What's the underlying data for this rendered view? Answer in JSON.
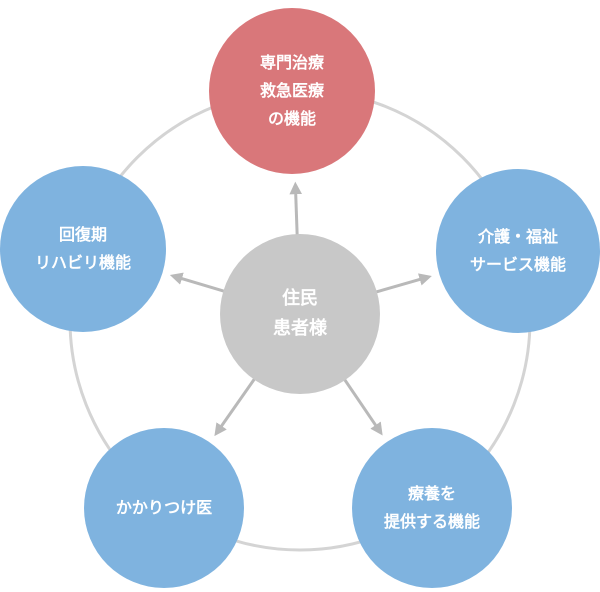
{
  "colors": {
    "highlight": "#d9777a",
    "primary": "#7fb3df",
    "center": "#c8c8c8",
    "ring": "#d4d4d4",
    "arrow": "#b9b9b9",
    "text": "#ffffff"
  },
  "center": {
    "lines": [
      "住民",
      "患者様"
    ]
  },
  "nodes": [
    {
      "id": "specialized-treatment",
      "lines": [
        "専門治療",
        "救急医療",
        "の機能"
      ],
      "highlight": true
    },
    {
      "id": "care-welfare",
      "lines": [
        "介護・福祉",
        "サービス機能"
      ],
      "highlight": false
    },
    {
      "id": "recuperation",
      "lines": [
        "療養を",
        "提供する機能"
      ],
      "highlight": false
    },
    {
      "id": "family-doctor",
      "lines": [
        "かかりつけ医"
      ],
      "highlight": false
    },
    {
      "id": "rehabilitation",
      "lines": [
        "回復期",
        "リハビリ機能"
      ],
      "highlight": false
    }
  ]
}
